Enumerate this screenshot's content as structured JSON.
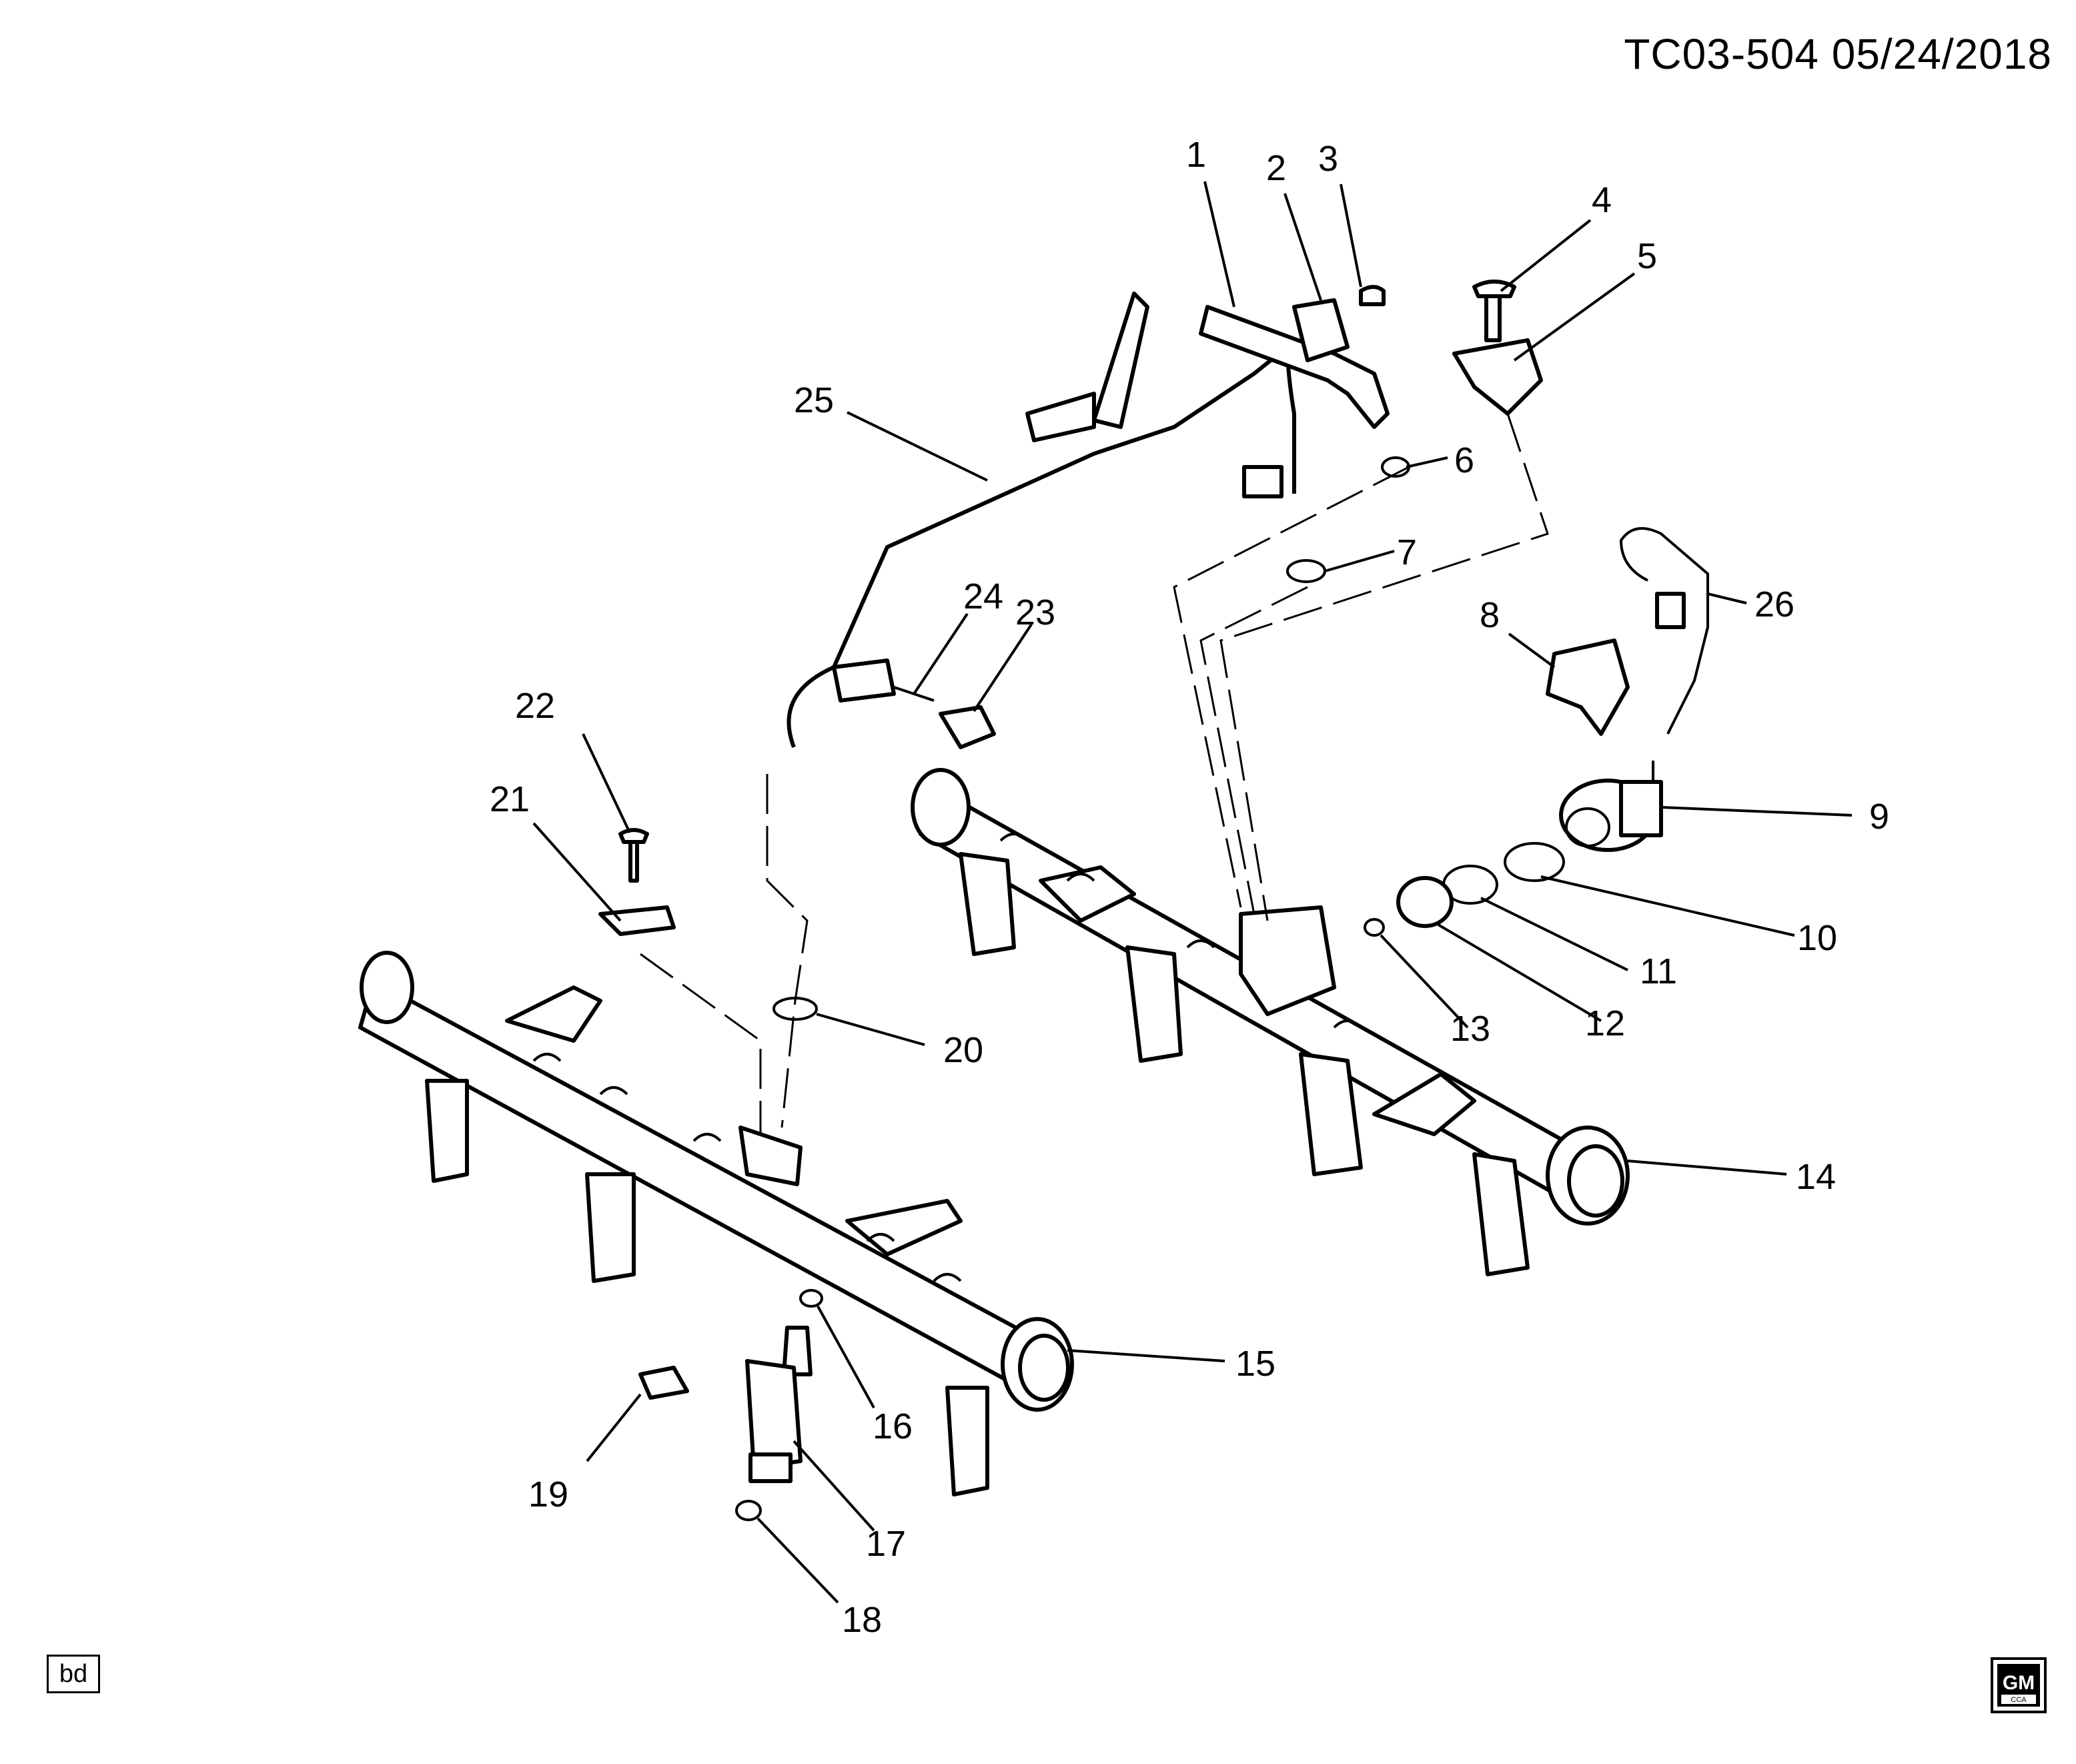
{
  "header": {
    "ref": "TC03-504  05/24/2018"
  },
  "footer": {
    "tag": "bd",
    "logo_text": "GM",
    "logo_subtext": "CCA"
  },
  "callouts": [
    "1",
    "2",
    "3",
    "4",
    "5",
    "6",
    "7",
    "8",
    "9",
    "10",
    "11",
    "12",
    "13",
    "14",
    "15",
    "16",
    "17",
    "18",
    "19",
    "20",
    "21",
    "22",
    "23",
    "24",
    "25",
    "26"
  ]
}
